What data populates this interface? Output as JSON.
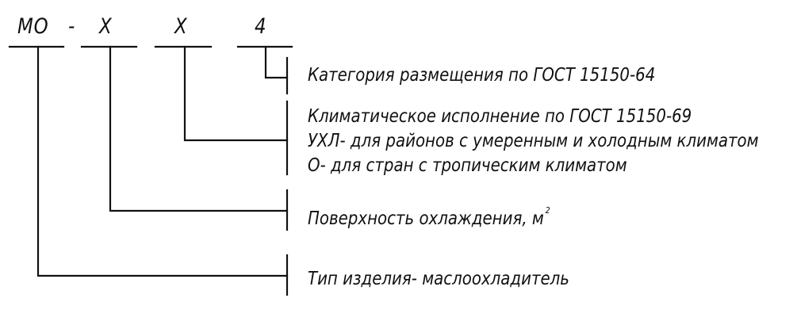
{
  "code_parts": [
    "МО",
    "-",
    "Х",
    "Х",
    "4"
  ],
  "legend": {
    "placement": "Категория размещения по ГОСТ 15150-64",
    "climate_title": "Климатическое исполнение по ГОСТ 15150-69",
    "climate_uhl": "УХЛ- для районов с умеренным и холодным климатом",
    "climate_o": "О- для стран с тропическим климатом",
    "surface": "Поверхность охлаждения, м",
    "surface_unit_power": "2",
    "product_type": "Тип изделия- маслоохладитель"
  },
  "line_color": "#111111"
}
